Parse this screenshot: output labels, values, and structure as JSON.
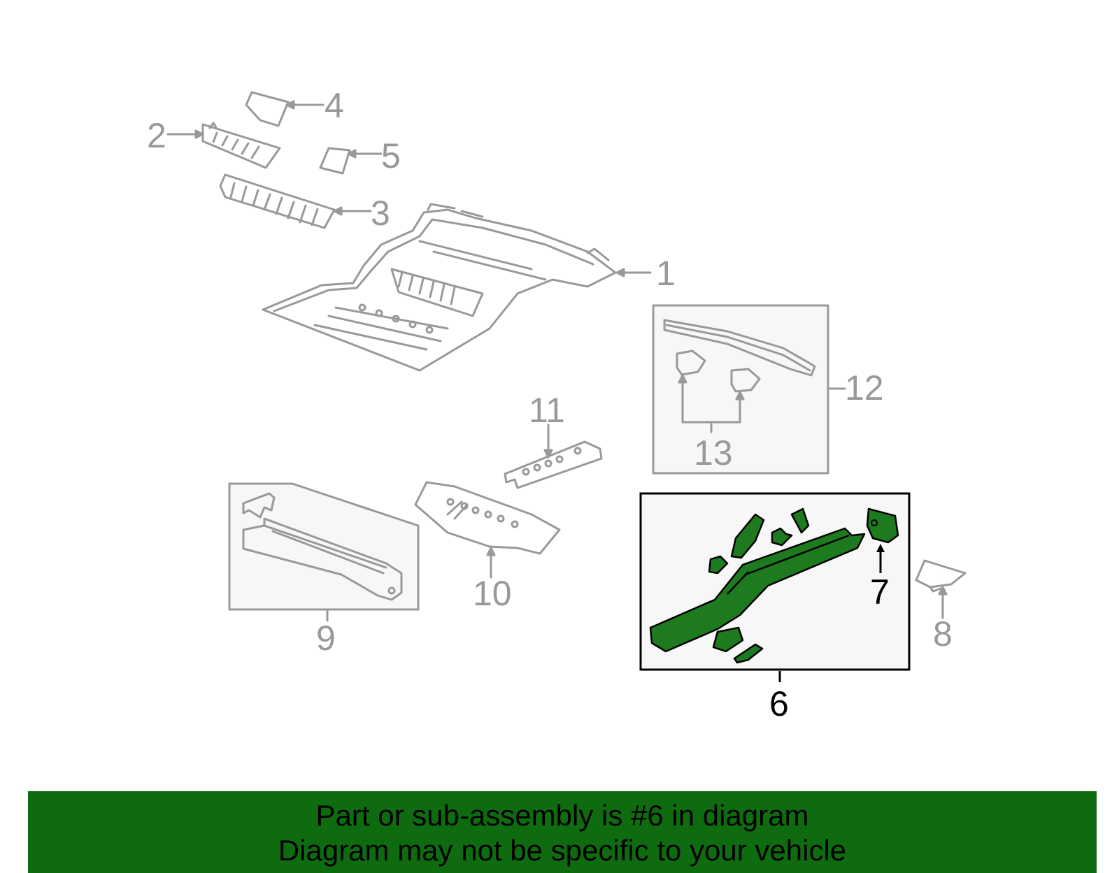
{
  "diagram": {
    "callouts": {
      "c1": "1",
      "c2": "2",
      "c3": "3",
      "c4": "4",
      "c5": "5",
      "c6": "6",
      "c7": "7",
      "c8": "8",
      "c9": "9",
      "c10": "10",
      "c11": "11",
      "c12": "12",
      "c13": "13"
    },
    "highlighted_part": "6",
    "colors": {
      "part_line": "#999999",
      "highlight_fill": "#1e7a1e",
      "box_fill": "#f7f7f7",
      "banner": "#0f6b10"
    }
  },
  "banner": {
    "line1": "Part or sub-assembly is #6 in diagram",
    "line2": "Diagram may not be specific to your vehicle"
  }
}
